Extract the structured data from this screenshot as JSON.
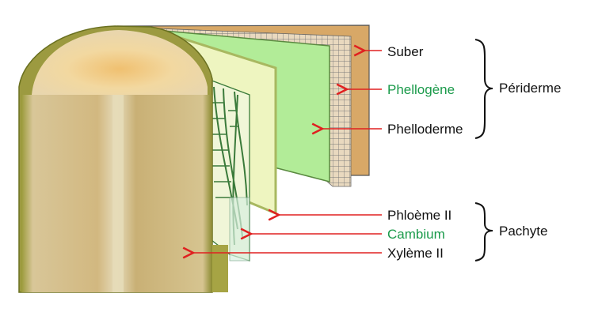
{
  "labels": {
    "suber": "Suber",
    "phellogene": "Phellogène",
    "phelloderme": "Phelloderme",
    "phloeme": "Phloème II",
    "cambium": "Cambium",
    "xyleme": "Xylème II"
  },
  "groups": {
    "periderme": "Périderme",
    "pachyte": "Pachyte"
  },
  "colors": {
    "arrow": "#e02020",
    "meristem_text": "#1a9a4a",
    "text": "#111111"
  }
}
